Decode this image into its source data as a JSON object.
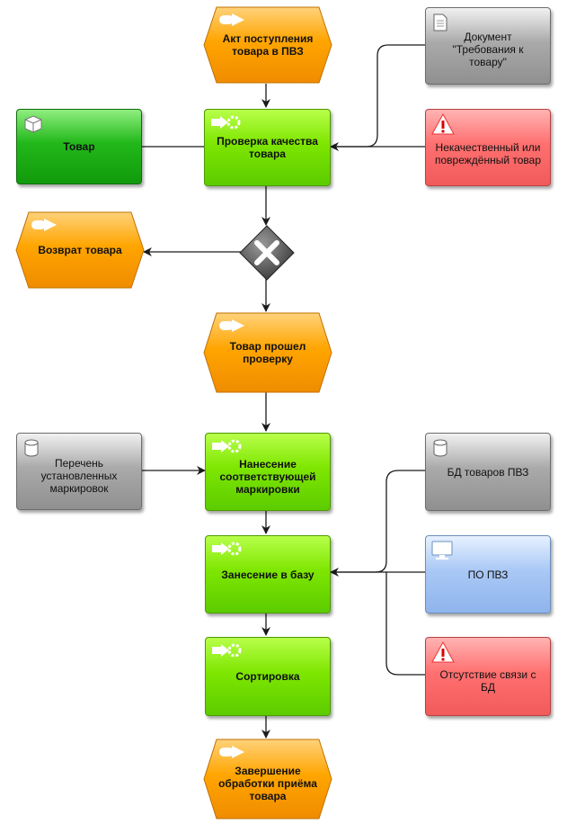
{
  "nodes": {
    "evt_act": "Акт поступления товара в ПВЗ",
    "fn_check": "Проверка качества товара",
    "doc_requirements": "Документ \"Требования к товару\"",
    "obj_tovar": "Товар",
    "risk_defect": "Некачественный или повреждённый товар",
    "evt_return": "Возврат товара",
    "evt_passed": "Товар прошел проверку",
    "db_marks": "Перечень установленных маркировок",
    "fn_marking": "Нанесение соответствующей маркировки",
    "db_pvz": "БД товаров ПВЗ",
    "fn_database": "Занесение в базу",
    "sw_pvz": "ПО ПВЗ",
    "fn_sort": "Сортировка",
    "risk_noconn": "Отсутствие связи с БД",
    "evt_finish": "Завершение обработки приёма товара"
  },
  "colors": {
    "event": "#ffa500",
    "function": "#7ee600",
    "information": "#a9aaa9",
    "risk": "#ff7070",
    "object": "#22b81a",
    "software": "#a9c8f5",
    "connector": "#1a1a1a"
  },
  "gateway": {
    "type": "XOR",
    "icon": "xor-x-icon"
  }
}
